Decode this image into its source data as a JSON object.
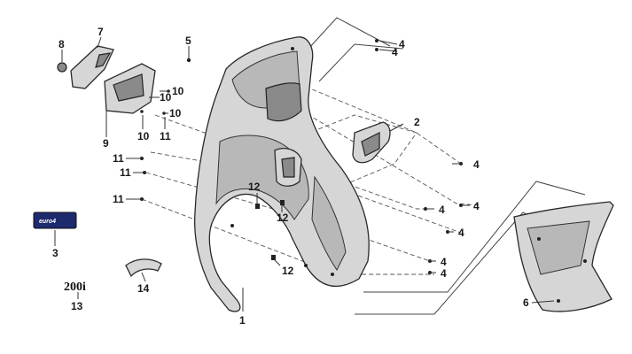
{
  "callouts": {
    "c1": "1",
    "c2": "2",
    "c3": "3",
    "c4": "4",
    "c5": "5",
    "c6": "6",
    "c7": "7",
    "c8": "8",
    "c9": "9",
    "c10": "10",
    "c11": "11",
    "c12": "12",
    "c13": "13",
    "c14": "14"
  },
  "decal_text": "200i",
  "euro_logo_text": "euro4",
  "colors": {
    "line": "#333333",
    "part_fill": "#d6d6d6",
    "part_shadow": "#8a8a8a",
    "euro_badge": "#1e2a6e"
  }
}
